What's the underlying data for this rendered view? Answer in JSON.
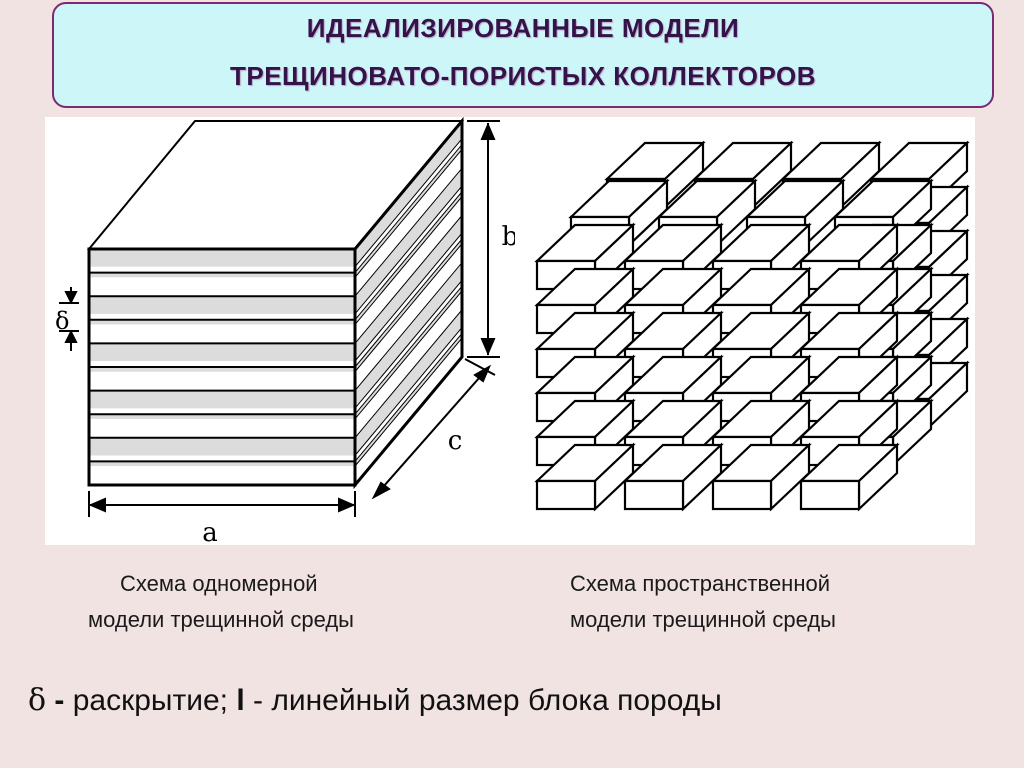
{
  "title": {
    "line1": "ИДЕАЛИЗИРОВАННЫЕ МОДЕЛИ",
    "line2": "ТРЕЩИНОВАТО-ПОРИСТЫХ КОЛЛЕКТОРОВ"
  },
  "figure_left": {
    "labels": {
      "a": "a",
      "b": "b",
      "c": "c",
      "delta": "δ"
    }
  },
  "captions": {
    "left_line1": "Схема одномерной",
    "left_line2": "модели трещинной среды",
    "right_line1": "Схема пространственной",
    "right_line2": "модели трещинной среды"
  },
  "legend": {
    "delta_symbol": "δ",
    "dash1": " - ",
    "delta_text": "раскрытие; ",
    "l_symbol": "l",
    "dash2": " - ",
    "l_text": "линейный размер блока породы"
  },
  "colors": {
    "background": "#f1e3e2",
    "title_box": "#cdf6f8",
    "title_border": "#7b2a73",
    "title_text": "#35124a",
    "layer_gray": "#dcdcdc"
  }
}
